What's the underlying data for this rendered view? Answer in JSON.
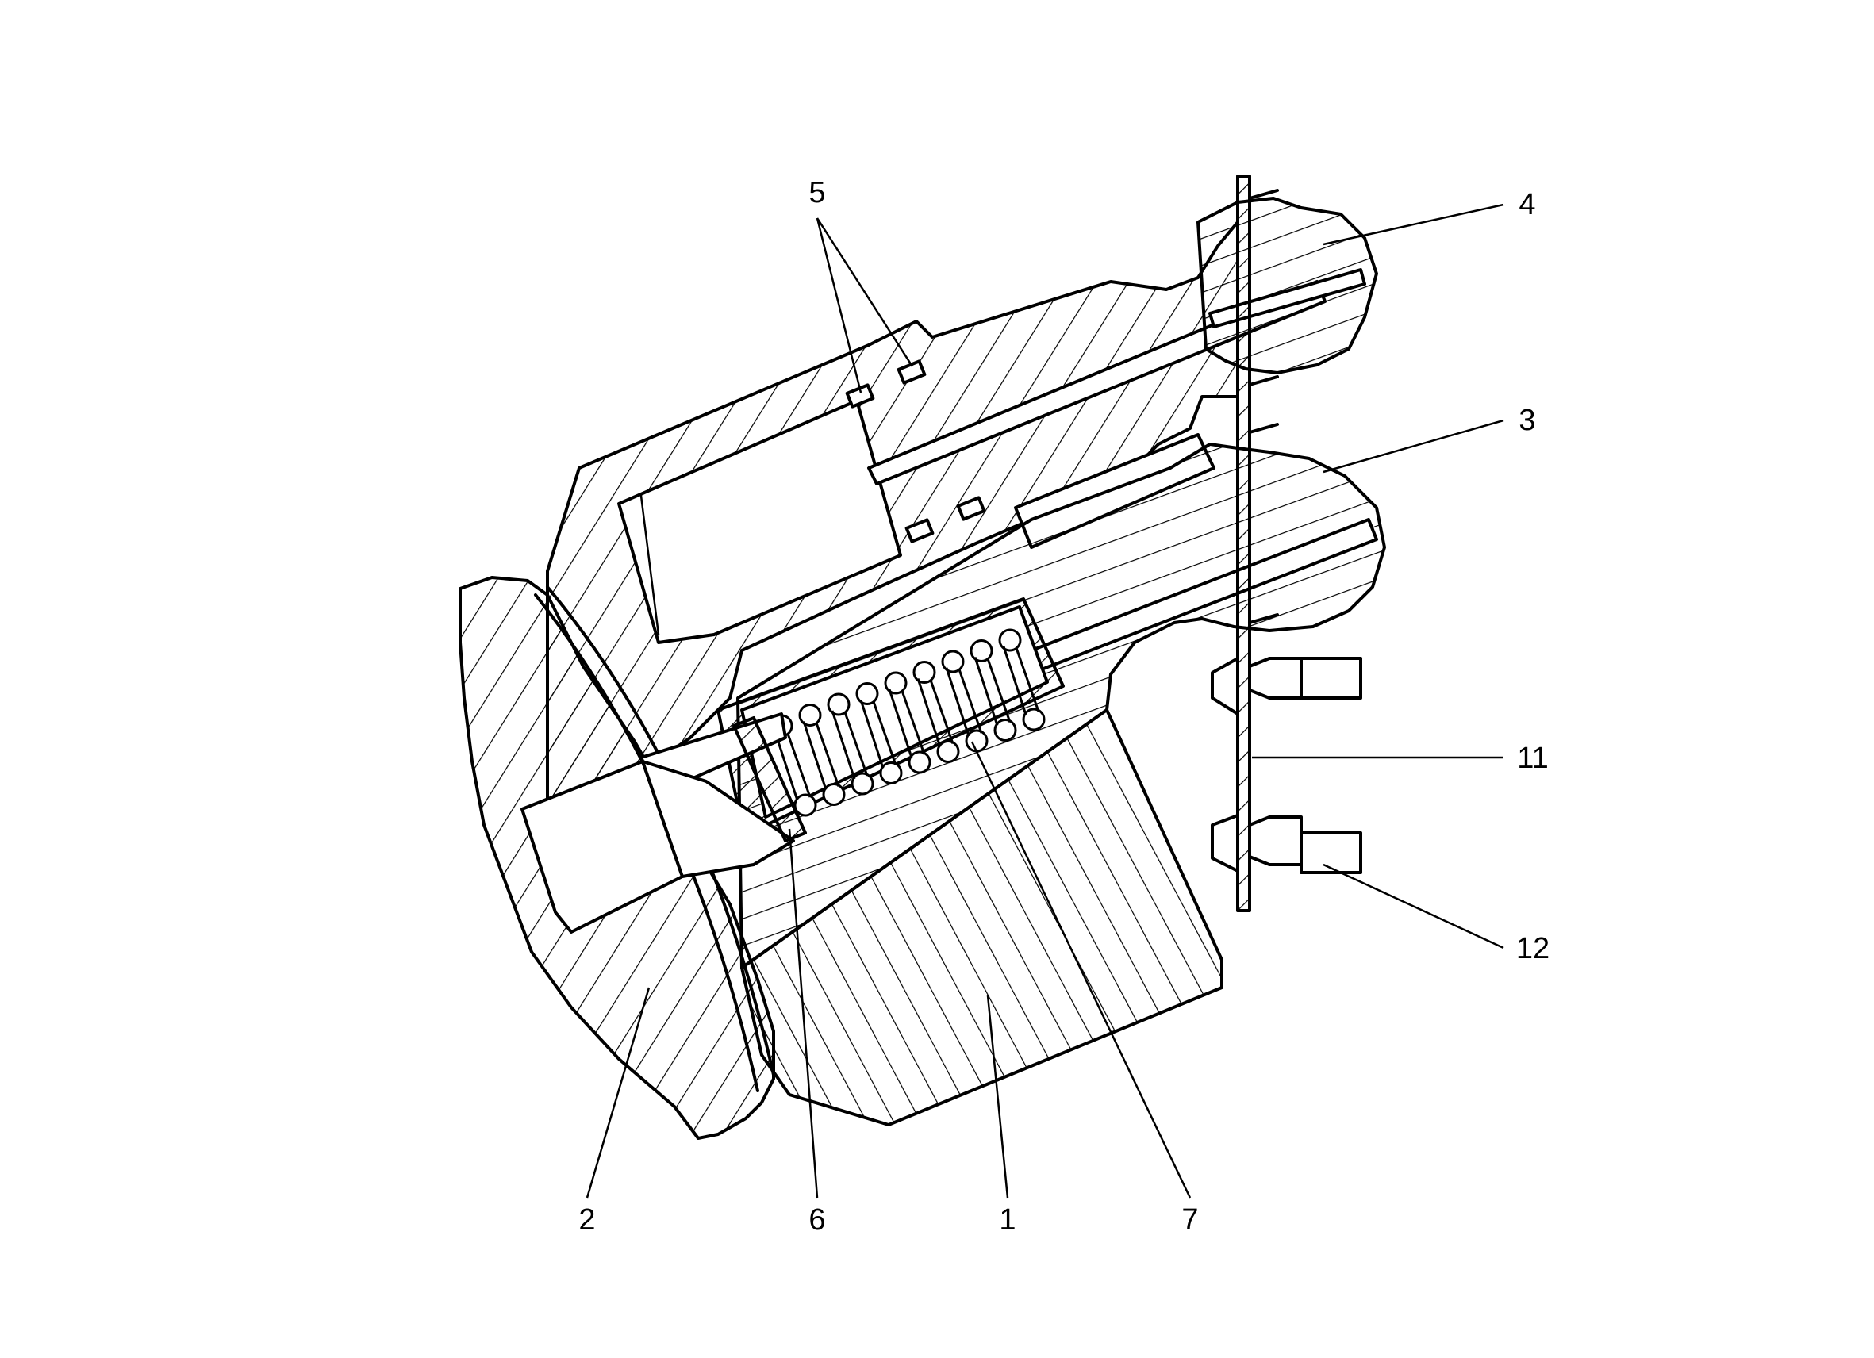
{
  "figure": {
    "callouts": [
      {
        "id": "c1",
        "label": "1"
      },
      {
        "id": "c2",
        "label": "2"
      },
      {
        "id": "c3",
        "label": "3"
      },
      {
        "id": "c4",
        "label": "4"
      },
      {
        "id": "c5",
        "label": "5"
      },
      {
        "id": "c6",
        "label": "6"
      },
      {
        "id": "c7",
        "label": "7"
      },
      {
        "id": "c11",
        "label": "11"
      },
      {
        "id": "c12",
        "label": "12"
      }
    ]
  }
}
